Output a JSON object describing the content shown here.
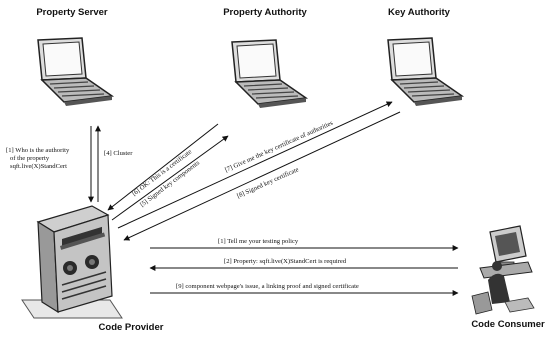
{
  "nodes": {
    "property_server": "Property Server",
    "property_authority": "Property Authority",
    "key_authority": "Key Authority",
    "code_provider": "Code Provider",
    "code_consumer": "Code Consumer"
  },
  "messages": {
    "m1_line1": "[1] Who is the authority",
    "m1_line2": "of the property",
    "m1_line3": "sqft.live(X)StandCert",
    "m4": "[4] Cluster",
    "m6": "[6] OK: This is a certificate",
    "m5": "[5] Signed key components",
    "m7": "[7] Give me the key certificate of authorities",
    "m8": "[8] Signed key certificate",
    "m1b": "[1] Tell me your testing policy",
    "m2": "[2] Property: sqft.live(X)StandCert is required",
    "m9": "[9] component webpage's issue, a linking proof and signed certificate"
  }
}
